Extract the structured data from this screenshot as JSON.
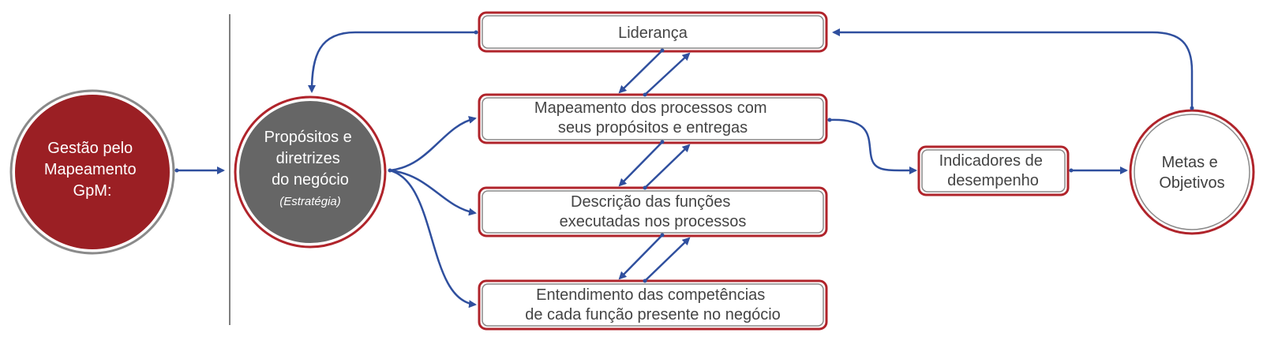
{
  "colors": {
    "brand_red": "#9b1f24",
    "box_border_red": "#b0242b",
    "box_inner_gray": "#8a8a8a",
    "circle_gray": "#666666",
    "arrow_blue": "#2f4f9e",
    "text_dark": "#444444",
    "separator": "#808080"
  },
  "gpm": {
    "line1": "Gestão pelo",
    "line2": "Mapeamento",
    "line3": "GpM:"
  },
  "strategy": {
    "line1": "Propósitos e",
    "line2": "diretrizes",
    "line3": "do negócio",
    "line4": "(Estratégia)"
  },
  "boxes": {
    "lideranca": {
      "line1": "Liderança"
    },
    "mapeamento": {
      "line1": "Mapeamento dos processos com",
      "line2": "seus propósitos e entregas"
    },
    "descricao": {
      "line1": "Descrição das funções",
      "line2": "executadas nos processos"
    },
    "entendimento": {
      "line1": "Entendimento das competências",
      "line2": "de cada função presente no negócio"
    },
    "indicadores": {
      "line1": "Indicadores de",
      "line2": "desempenho"
    }
  },
  "metas": {
    "line1": "Metas e",
    "line2": "Objetivos"
  }
}
